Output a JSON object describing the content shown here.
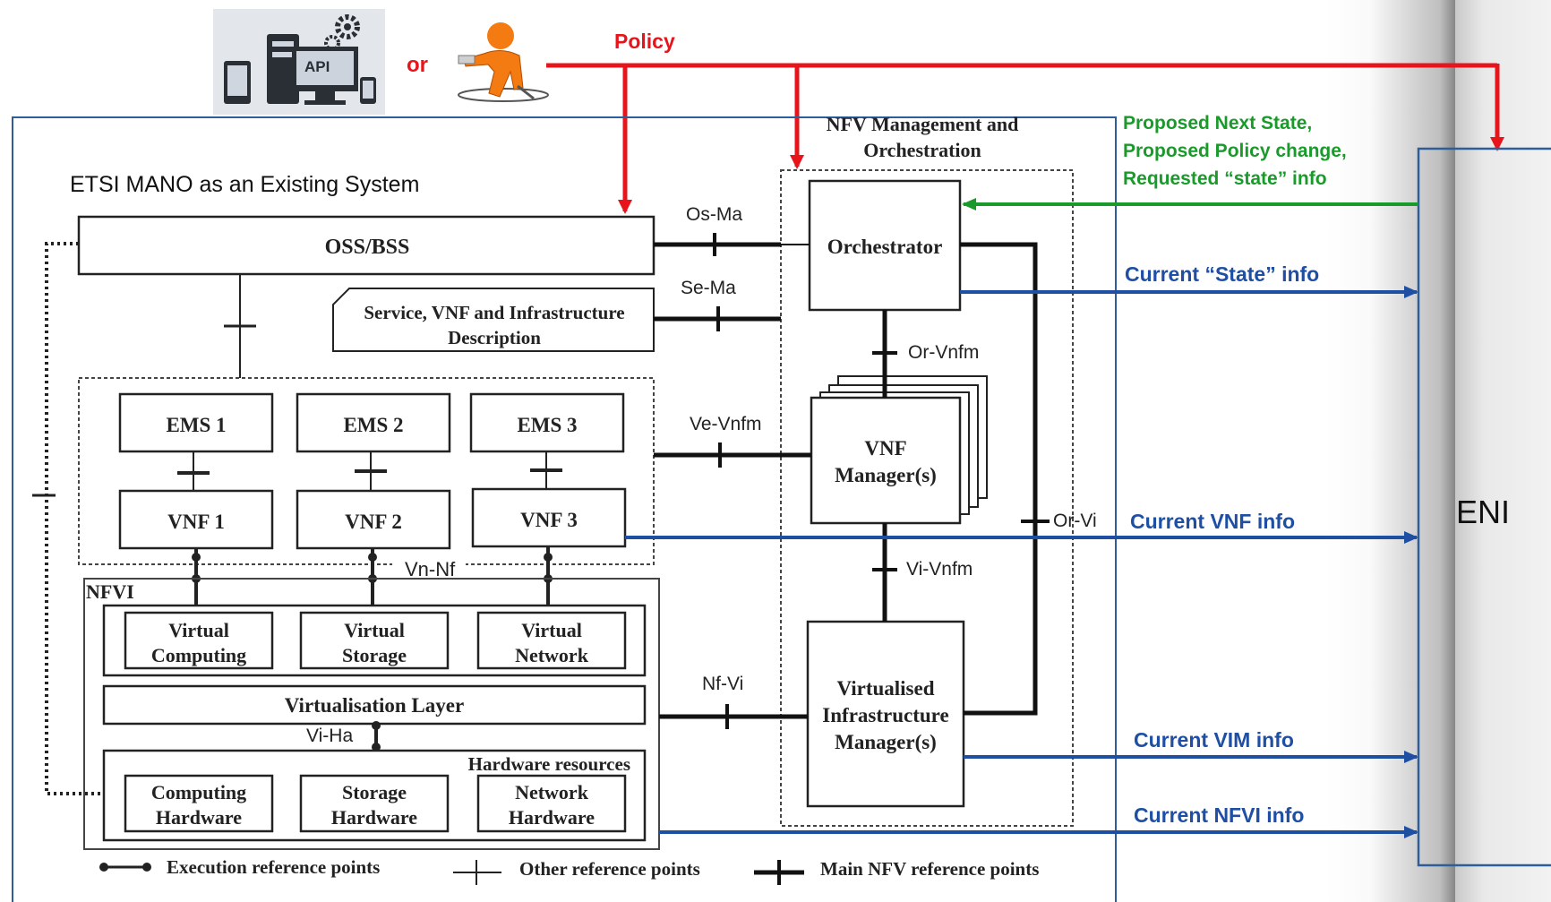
{
  "header": {
    "api_icon_label": "API",
    "or_label": "or",
    "policy_label": "Policy"
  },
  "mano": {
    "title": "ETSI MANO as an Existing System",
    "oss_bss": "OSS/BSS",
    "service_desc_line1": "Service, VNF and Infrastructure",
    "service_desc_line2": "Description",
    "ems": [
      "EMS 1",
      "EMS 2",
      "EMS 3"
    ],
    "vnf": [
      "VNF 1",
      "VNF 2",
      "VNF 3"
    ],
    "nfvi_label": "NFVI",
    "virtual_resources": [
      {
        "line1": "Virtual",
        "line2": "Computing"
      },
      {
        "line1": "Virtual",
        "line2": "Storage"
      },
      {
        "line1": "Virtual",
        "line2": "Network"
      }
    ],
    "virtualisation_layer": "Virtualisation Layer",
    "hardware_resources_label": "Hardware resources",
    "hardware": [
      {
        "line1": "Computing",
        "line2": "Hardware"
      },
      {
        "line1": "Storage",
        "line2": "Hardware"
      },
      {
        "line1": "Network",
        "line2": "Hardware"
      }
    ],
    "nfv_mano_title_line1": "NFV Management and",
    "nfv_mano_title_line2": "Orchestration",
    "orchestrator": "Orchestrator",
    "vnfm_line1": "VNF",
    "vnfm_line2": "Manager(s)",
    "vim_line1": "Virtualised",
    "vim_line2": "Infrastructure",
    "vim_line3": "Manager(s)"
  },
  "reference_points": {
    "os_ma": "Os-Ma",
    "se_ma": "Se-Ma",
    "or_vnfm": "Or-Vnfm",
    "ve_vnfm": "Ve-Vnfm",
    "or_vi": "Or-Vi",
    "vi_vnfm": "Vi-Vnfm",
    "vn_nf": "Vn-Nf",
    "nf_vi": "Nf-Vi",
    "vi_ha": "Vi-Ha"
  },
  "legend": {
    "execution": "Execution reference points",
    "other": "Other reference points",
    "main": "Main NFV reference points"
  },
  "eni": {
    "label": "ENI",
    "proposed_line1": "Proposed Next State,",
    "proposed_line2": "Proposed Policy change,",
    "proposed_line3": "Requested “state” info",
    "current_state": "Current “State” info",
    "current_vnf": "Current VNF info",
    "current_vim": "Current VIM info",
    "current_nfvi": "Current NFVI info"
  },
  "colors": {
    "policy_red": "#e8141b",
    "info_blue": "#1f4fa3",
    "proposed_green": "#1a9a2a",
    "frame_blue": "#2e5d9a"
  }
}
